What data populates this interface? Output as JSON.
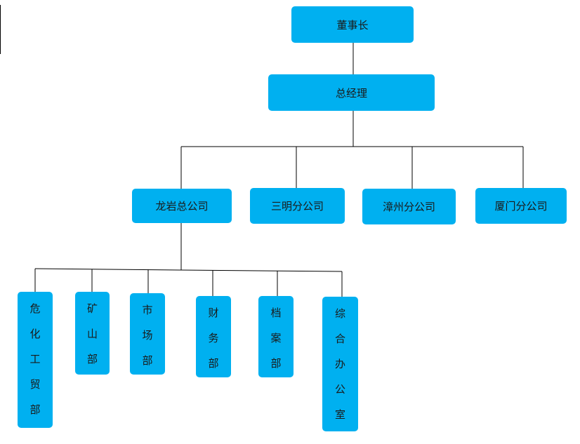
{
  "colors": {
    "node_fill": "#00B0F0",
    "line": "#000000",
    "background": "#FFFFFF"
  },
  "org_chart": {
    "root": {
      "id": "chairman",
      "label": "董事长"
    },
    "general_manager": {
      "id": "general-manager",
      "label": "总经理"
    },
    "companies": [
      {
        "id": "longyan",
        "label": "龙岩总公司"
      },
      {
        "id": "sanming",
        "label": "三明分公司"
      },
      {
        "id": "zhangzhou",
        "label": "漳州分公司"
      },
      {
        "id": "xiamen",
        "label": "厦门分公司"
      }
    ],
    "departments": [
      {
        "id": "hazchem-trade",
        "parent": "longyan",
        "label": "危化工贸部"
      },
      {
        "id": "mining",
        "parent": "longyan",
        "label": "矿山部"
      },
      {
        "id": "marketing",
        "parent": "longyan",
        "label": "市场部"
      },
      {
        "id": "finance",
        "parent": "longyan",
        "label": "财务部"
      },
      {
        "id": "archives",
        "parent": "longyan",
        "label": "档案部"
      },
      {
        "id": "general-office",
        "parent": "longyan",
        "label": "综合办公室"
      }
    ]
  }
}
